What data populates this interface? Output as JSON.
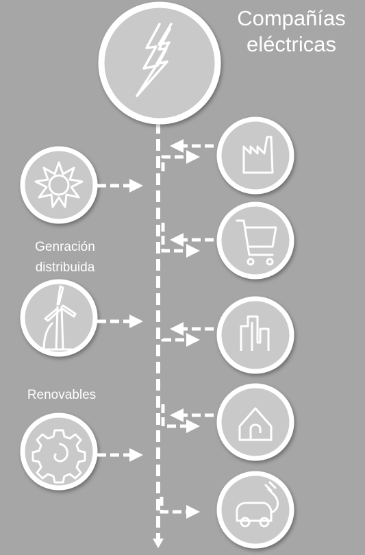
{
  "title": {
    "line1": "Compañías",
    "line2": "eléctricas"
  },
  "left_labels": {
    "generation": {
      "line1": "Genración",
      "line2": "distribuida"
    },
    "renewables": "Renovables"
  },
  "nodes": {
    "utility": "lightning-icon",
    "sources": [
      "sun-icon",
      "wind-turbine-icon",
      "gear-icon"
    ],
    "consumers": [
      "factory-icon",
      "shopping-cart-icon",
      "buildings-icon",
      "house-icon",
      "electric-car-icon"
    ]
  },
  "colors": {
    "background": "#a6a6a6",
    "circle": "#c9c9c9",
    "stroke": "#ffffff"
  }
}
